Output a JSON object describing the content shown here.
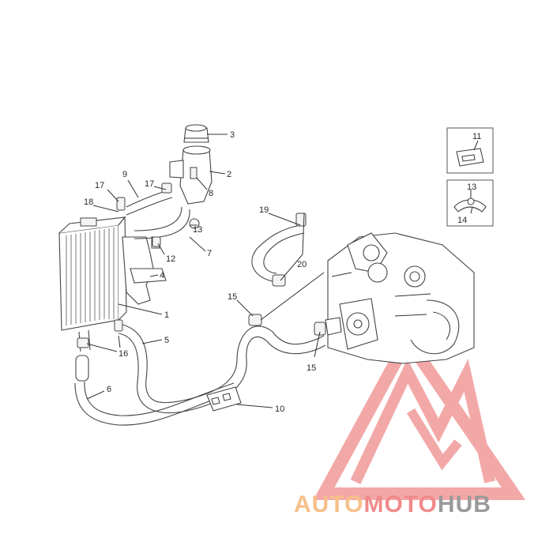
{
  "callouts": [
    {
      "id": "c1",
      "text": "1"
    },
    {
      "id": "c2",
      "text": "2"
    },
    {
      "id": "c3",
      "text": "3"
    },
    {
      "id": "c4",
      "text": "4"
    },
    {
      "id": "c5",
      "text": "5"
    },
    {
      "id": "c6",
      "text": "6"
    },
    {
      "id": "c7",
      "text": "7"
    },
    {
      "id": "c8",
      "text": "8"
    },
    {
      "id": "c9",
      "text": "9"
    },
    {
      "id": "c10",
      "text": "10"
    },
    {
      "id": "c11",
      "text": "11"
    },
    {
      "id": "c12",
      "text": "12"
    },
    {
      "id": "c13a",
      "text": "13"
    },
    {
      "id": "c13b",
      "text": "13"
    },
    {
      "id": "c14",
      "text": "14"
    },
    {
      "id": "c15a",
      "text": "15"
    },
    {
      "id": "c15b",
      "text": "15"
    },
    {
      "id": "c16",
      "text": "16"
    },
    {
      "id": "c17a",
      "text": "17"
    },
    {
      "id": "c17b",
      "text": "17"
    },
    {
      "id": "c18",
      "text": "18"
    },
    {
      "id": "c19",
      "text": "19"
    },
    {
      "id": "c20",
      "text": "20"
    }
  ],
  "watermark": {
    "part_auto": "AUTO",
    "part_moto": "MOTO",
    "part_hub": "HUB",
    "color_auto": "#f6c08a",
    "color_moto": "#f08a8a",
    "color_hub": "#9a9a9a",
    "logo_color": "#f29a9a"
  }
}
